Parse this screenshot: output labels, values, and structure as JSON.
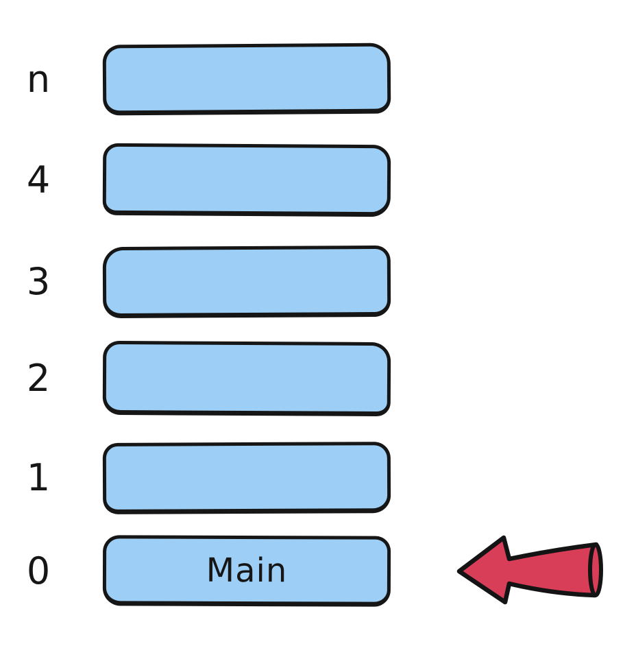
{
  "stack": {
    "rows": [
      {
        "label": "n",
        "content": ""
      },
      {
        "label": "4",
        "content": ""
      },
      {
        "label": "3",
        "content": ""
      },
      {
        "label": "2",
        "content": ""
      },
      {
        "label": "1",
        "content": ""
      },
      {
        "label": "0",
        "content": "Main"
      }
    ],
    "colors": {
      "frame_fill": "#9dcff6",
      "frame_border": "#161616",
      "arrow_fill": "#d83e58",
      "arrow_outline": "#141414",
      "text": "#161616"
    }
  }
}
